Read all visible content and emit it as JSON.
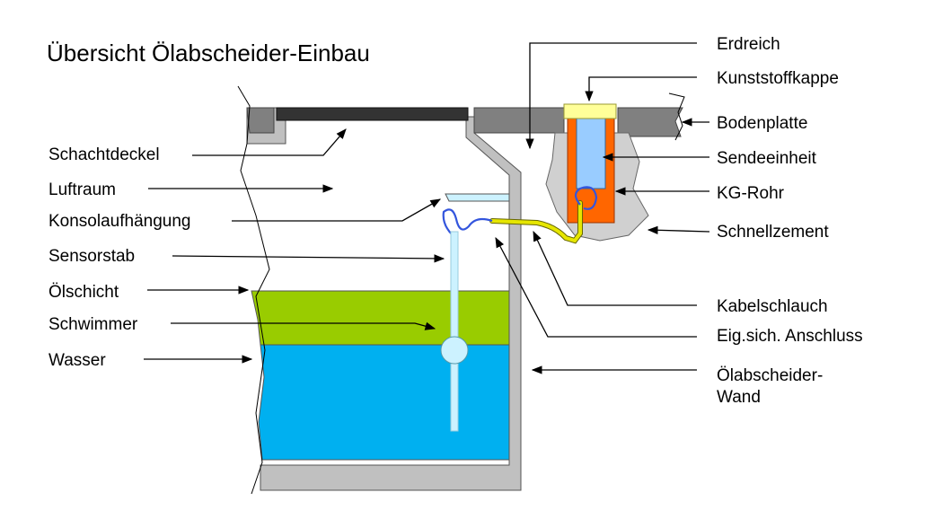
{
  "title": "Übersicht Ölabscheider-Einbau",
  "labels_left": {
    "schachtdeckel": "Schachtdeckel",
    "luftraum": "Luftraum",
    "konsolaufhaengung": "Konsolaufhängung",
    "sensorstab": "Sensorstab",
    "oelschicht": "Ölschicht",
    "schwimmer": "Schwimmer",
    "wasser": "Wasser"
  },
  "labels_right": {
    "erdreich": "Erdreich",
    "kunststoffkappe": "Kunststoffkappe",
    "bodenplatte": "Bodenplatte",
    "sendeeinheit": "Sendeeinheit",
    "kg_rohr": "KG-Rohr",
    "schnellzement": "Schnellzement",
    "kabelschlauch": "Kabelschlauch",
    "anschluss": "Eig.sich. Anschluss",
    "wand_line1": "Ölabscheider-",
    "wand_line2": "Wand"
  },
  "colors": {
    "wall": "#c0c0c0",
    "floor_slab": "#808080",
    "cover": "#333333",
    "oil": "#99cc00",
    "water": "#00b0f0",
    "sensor_rod": "#ccf2ff",
    "kg_pipe": "#ff6600",
    "send_unit": "#99ccff",
    "plastic_cap": "#ffff99",
    "cement": "#d0d0d0",
    "cable_hose": "#e6e600",
    "cable": "#3355dd"
  }
}
